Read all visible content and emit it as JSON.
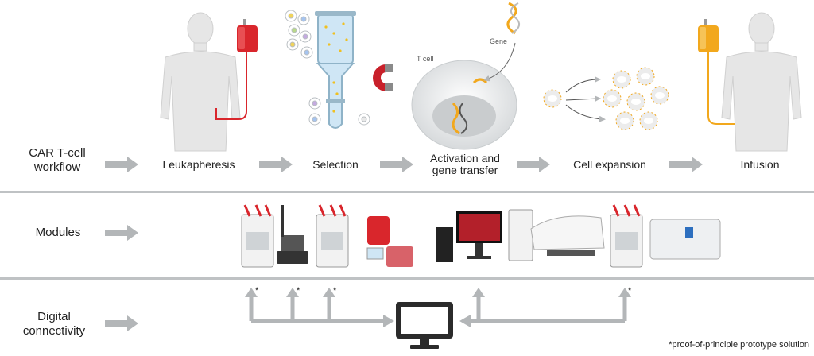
{
  "workflow": {
    "row_label": "CAR T-cell workflow",
    "steps": [
      {
        "label": "Leukapheresis"
      },
      {
        "label": "Selection"
      },
      {
        "label": "Activation and gene transfer"
      },
      {
        "label": "Cell expansion"
      },
      {
        "label": "Infusion"
      }
    ],
    "annotations": {
      "t_cell": "T cell",
      "gene": "Gene"
    }
  },
  "modules": {
    "row_label": "Modules"
  },
  "connectivity": {
    "row_label": "Digital connectivity",
    "star": "*",
    "footnote": "*proof-of-principle prototype solution"
  },
  "colors": {
    "arrow": "#b3b6b8",
    "bag_red": "#d9262c",
    "bag_yellow": "#f2a81d",
    "divider": "#bfc2c4",
    "body": "#e6e6e6"
  }
}
